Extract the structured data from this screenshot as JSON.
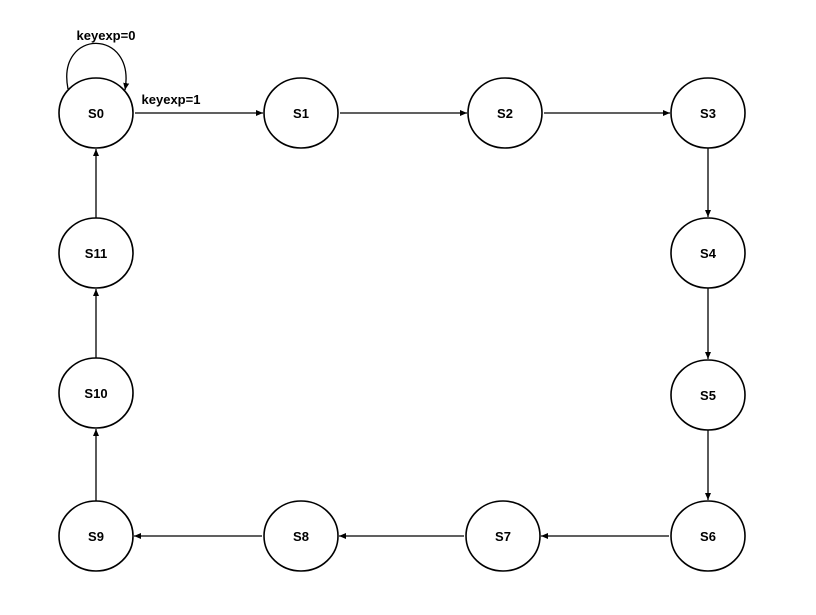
{
  "diagram": {
    "states": [
      {
        "id": "S0",
        "label": "S0"
      },
      {
        "id": "S1",
        "label": "S1"
      },
      {
        "id": "S2",
        "label": "S2"
      },
      {
        "id": "S3",
        "label": "S3"
      },
      {
        "id": "S4",
        "label": "S4"
      },
      {
        "id": "S5",
        "label": "S5"
      },
      {
        "id": "S6",
        "label": "S6"
      },
      {
        "id": "S7",
        "label": "S7"
      },
      {
        "id": "S8",
        "label": "S8"
      },
      {
        "id": "S9",
        "label": "S9"
      },
      {
        "id": "S10",
        "label": "S10"
      },
      {
        "id": "S11",
        "label": "S11"
      }
    ],
    "transitions": [
      {
        "from": "S0",
        "to": "S0",
        "label": "keyexp=0"
      },
      {
        "from": "S0",
        "to": "S1",
        "label": "keyexp=1"
      },
      {
        "from": "S1",
        "to": "S2",
        "label": ""
      },
      {
        "from": "S2",
        "to": "S3",
        "label": ""
      },
      {
        "from": "S3",
        "to": "S4",
        "label": ""
      },
      {
        "from": "S4",
        "to": "S5",
        "label": ""
      },
      {
        "from": "S5",
        "to": "S6",
        "label": ""
      },
      {
        "from": "S6",
        "to": "S7",
        "label": ""
      },
      {
        "from": "S7",
        "to": "S8",
        "label": ""
      },
      {
        "from": "S8",
        "to": "S9",
        "label": ""
      },
      {
        "from": "S9",
        "to": "S10",
        "label": ""
      },
      {
        "from": "S10",
        "to": "S11",
        "label": ""
      },
      {
        "from": "S11",
        "to": "S0",
        "label": ""
      }
    ]
  }
}
